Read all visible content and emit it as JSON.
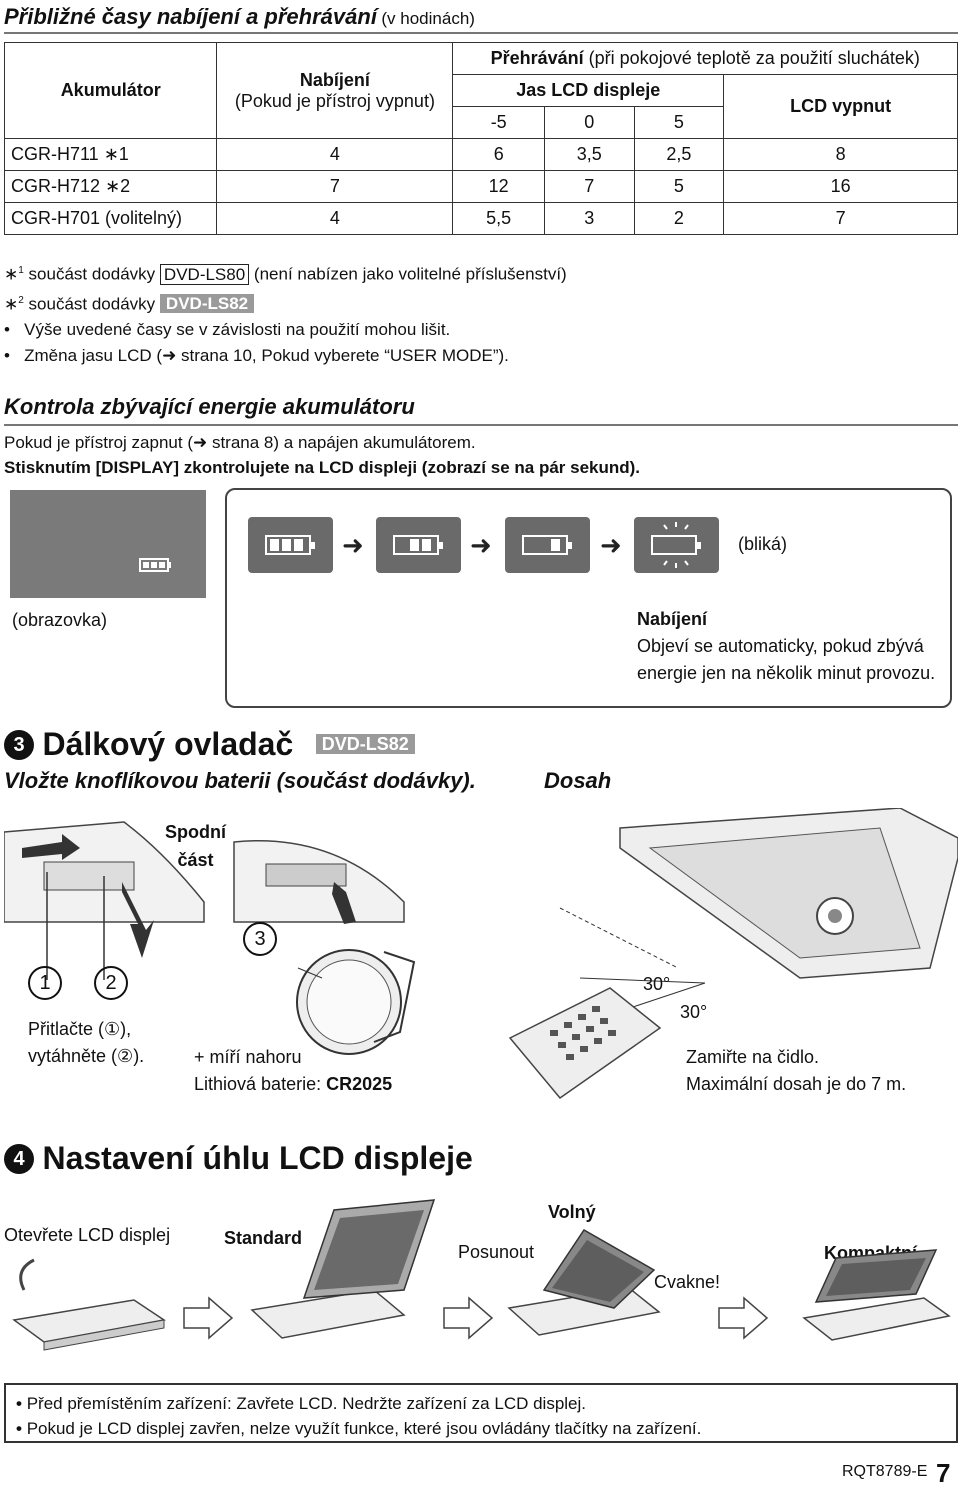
{
  "section1": {
    "title": "Přibližné časy nabíjení a přehrávání",
    "title_suffix": "(v hodinách)",
    "table": {
      "col_battery": "Akumulátor",
      "col_charge": "Nabíjení",
      "col_charge_sub": "(Pokud je přístroj vypnut)",
      "col_play": "Přehrávání",
      "col_play_sub": "(při pokojové teplotě za použití sluchátek)",
      "col_brightness": "Jas LCD displeje",
      "col_lcd_off": "LCD vypnut",
      "levels": [
        "-5",
        "0",
        "5"
      ],
      "rows": [
        {
          "name": "CGR-H711 ∗1",
          "charge": "4",
          "b1": "6",
          "b2": "3,5",
          "b3": "2,5",
          "off": "8"
        },
        {
          "name": "CGR-H712 ∗2",
          "charge": "7",
          "b1": "12",
          "b2": "7",
          "b3": "5",
          "off": "16"
        },
        {
          "name": "CGR-H701 (volitelný)",
          "charge": "4",
          "b1": "5,5",
          "b2": "3",
          "b3": "2",
          "off": "7"
        }
      ]
    },
    "notes": {
      "n1_mark": "∗",
      "n1_sup": "1",
      "n1_text": "součást dodávky",
      "n1_model": "DVD-LS80",
      "n1_tail": "(není nabízen jako volitelné příslušenství)",
      "n2_mark": "∗",
      "n2_sup": "2",
      "n2_text": "součást dodávky",
      "n2_model": "DVD-LS82",
      "b1": "Výše uvedené časy se v závislosti na použití mohou lišit.",
      "b2_pre": "Změna jasu LCD (",
      "b2_arrow": "➜",
      "b2_post": " strana 10, Pokud vyberete “USER MODE”)."
    }
  },
  "section2": {
    "title": "Kontrola zbývající energie akumulátoru",
    "line1_pre": "Pokud je přístroj zapnut (",
    "line1_arrow": "➜",
    "line1_post": " strana 8) a napájen akumulátorem.",
    "line2": "Stisknutím [DISPLAY] zkontrolujete na LCD displeji (zobrazí se na pár sekund).",
    "screen_label": "(obrazovka)",
    "blink_label": "(bliká)",
    "arrow_glyph": "➜",
    "charge_title": "Nabíjení",
    "charge_text1": "Objeví se automaticky, pokud zbývá",
    "charge_text2": "energie jen na několik minut provozu."
  },
  "section3": {
    "number": "3",
    "title": "Dálkový ovladač",
    "model": "DVD-LS82",
    "subtitle": "Vložte knoflíkovou baterii (součást dodávky).",
    "range_title": "Dosah",
    "bottom_label1": "Spodní",
    "bottom_label2": "část",
    "step3": "3",
    "step1": "1",
    "step2": "2",
    "push_text1": "Přitlačte (①),",
    "push_text2": "vytáhněte (②).",
    "plus_text": "+ míří nahoru",
    "battery_pre": "Lithiová baterie: ",
    "battery_model": "CR2025",
    "angle1": "30°",
    "angle2": "30°",
    "aim_text1": "Zamiřte na čidlo.",
    "aim_text2": "Maximální dosah je do 7 m."
  },
  "section4": {
    "number": "4",
    "title": "Nastavení úhlu LCD displeje",
    "open": "Otevřete LCD displej",
    "standard": "Standard",
    "free": "Volný",
    "slide": "Posunout",
    "click": "Cvakne!",
    "compact": "Kompaktní"
  },
  "footer": {
    "bullet1": "Před přemístěním zařízení: Zavřete LCD. Nedržte zařízení za LCD displej.",
    "bullet2": "Pokud je LCD displej zavřen, nelze využít funkce, které jsou ovládány tlačítky na zařízení.",
    "code": "RQT8789-E",
    "page": "7"
  }
}
